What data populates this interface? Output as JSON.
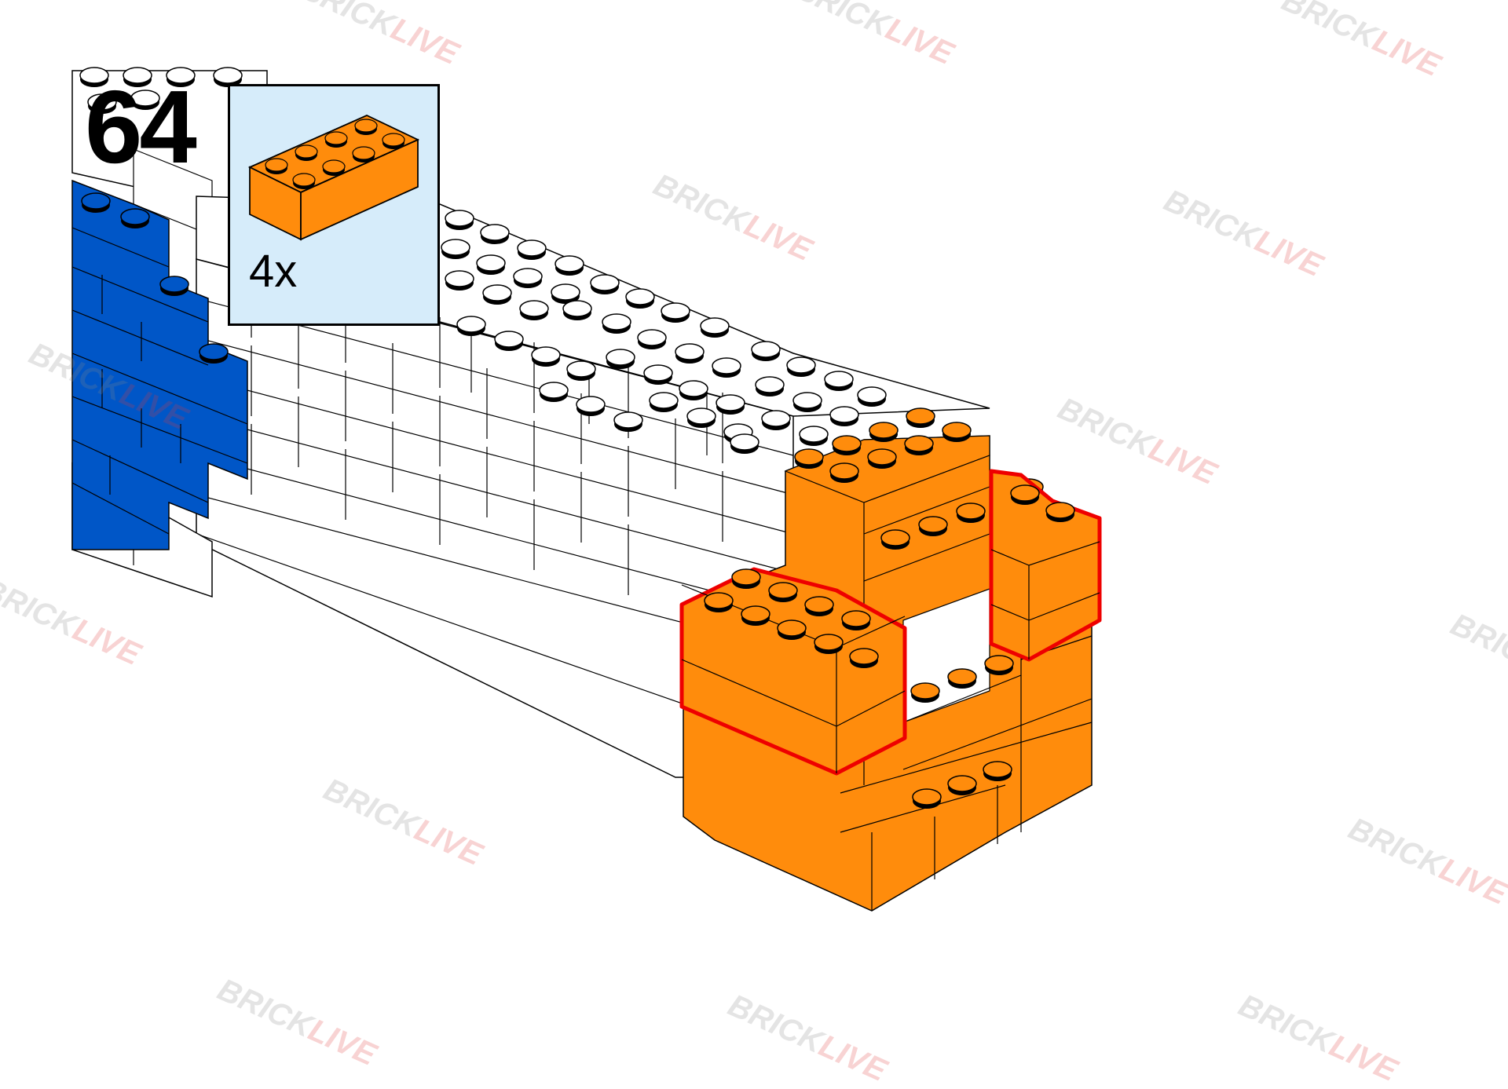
{
  "step": {
    "number": "64"
  },
  "parts_callout": {
    "quantity": "4x",
    "part_color": "#ff8c0c"
  },
  "watermark": {
    "part1": "BRICK",
    "part2": "LIVE"
  },
  "colors": {
    "white_brick": "#ffffff",
    "blue_brick": "#0056c7",
    "orange_brick": "#ff8c0c",
    "highlight": "#ee0000",
    "callout_bg": "#d6ecfa"
  },
  "icons": [
    "orange-2x4-brick-icon"
  ]
}
